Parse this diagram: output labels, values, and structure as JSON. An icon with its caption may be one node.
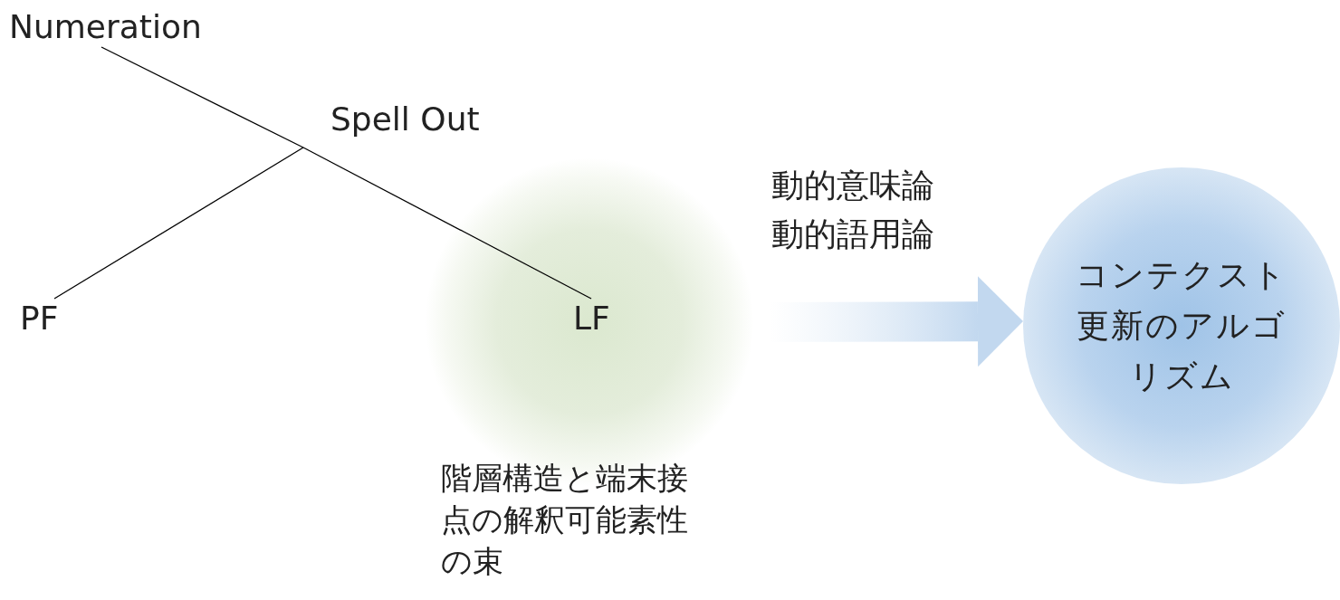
{
  "diagram": {
    "nodes": [
      {
        "text": [
          "Numeration"
        ]
      },
      {
        "text": [
          "Spell Out"
        ]
      },
      {
        "text": [
          "PF"
        ]
      },
      {
        "text": [],
        "shape": "circle",
        "beside": [
          "階層構造と端末接点の解釈可能素性の束"
        ]
      },
      {
        "text": [
          "LF"
        ],
        "in": 3
      },
      {
        "text": [
          "コンテクスト更新のアルゴリズム"
        ]
      }
    ],
    "edges": [
      {
        "from": 0,
        "to": 1,
        "arrow": "none"
      },
      {
        "from": 1,
        "to": 2,
        "arrow": "none"
      },
      {
        "from": 1,
        "to": 4,
        "arrow": "none"
      },
      {
        "from": 3,
        "to": 5,
        "arrow": "to",
        "style": "thick",
        "label": "動的意味論動的語用論"
      }
    ]
  }
}
